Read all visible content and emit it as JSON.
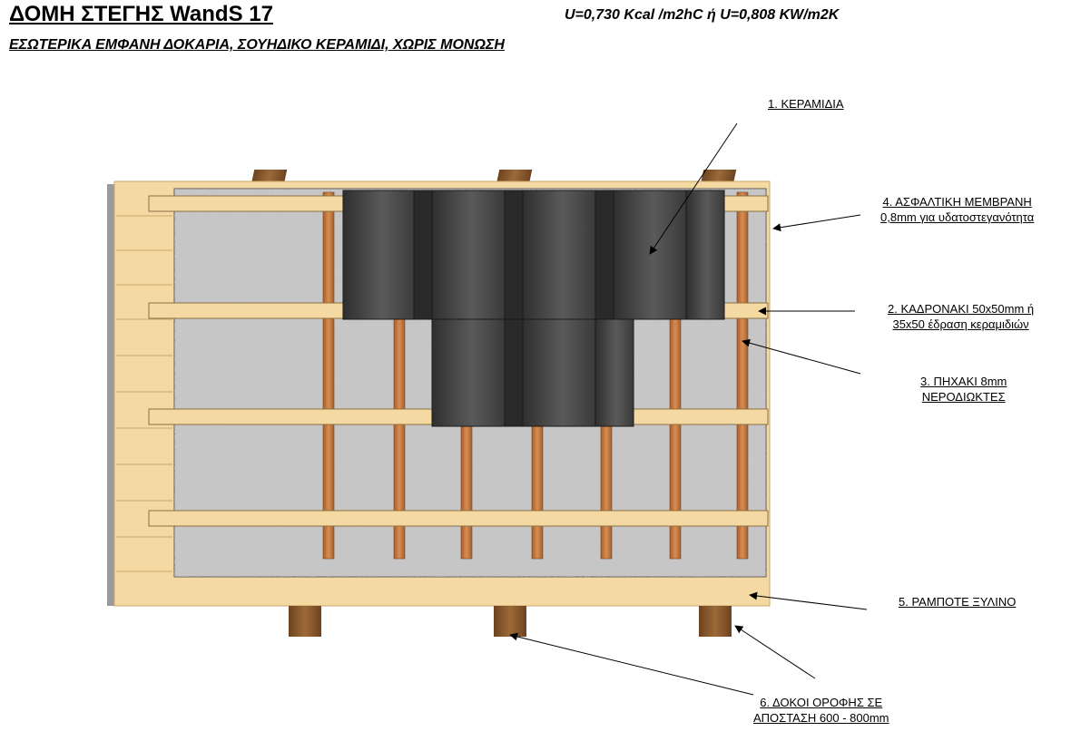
{
  "header": {
    "title": "ΔΟΜΗ ΣΤΕΓΗΣ WandS 17",
    "u_value": "U=0,730 Kcal /m2hC  ή U=0,808 KW/m2K",
    "subtitle": "ΕΣΩΤΕΡΙΚΑ ΕΜΦΑΝΗ ΔΟΚΑΡΙΑ, ΣΟΥΗΔΙΚΟ ΚΕΡΑΜΙΔΙ, ΧΩΡΙΣ ΜΟΝΩΣΗ"
  },
  "labels": {
    "tiles": "1. ΚΕΡΑΜΙΔΙΑ",
    "battens_line1": "2. ΚΑΔΡΟΝΑΚΙ 50x50mm ή",
    "battens_line2": "35x50 έδραση κεραμιδιών",
    "counter_battens_line1": "3. ΠΗΧΑΚΙ 8mm",
    "counter_battens_line2": "ΝΕΡΟΔΙΩΚΤΕΣ",
    "membrane_line1": "4. ΑΣΦΑΛΤΙΚΗ ΜΕΜΒΡΑΝΗ",
    "membrane_line2": "0,8mm για υδατοστεγανότητα",
    "boarding": "5. ΡΑΜΠΟΤΕ ΞΥΛΙΝΟ",
    "rafters_line1": "6. ΔΟΚΟΙ ΟΡΟΦΗΣ ΣΕ",
    "rafters_line2": "ΑΠΟΣΤΑΣΗ 600 - 800mm"
  },
  "colors": {
    "wood": "#f5d9a2",
    "wood_edge": "#c9a869",
    "rafter": "#8a5a2b",
    "counter_batten": "#c07a45",
    "membrane": "#b9b9b9",
    "tile": "#3c3c3c"
  }
}
